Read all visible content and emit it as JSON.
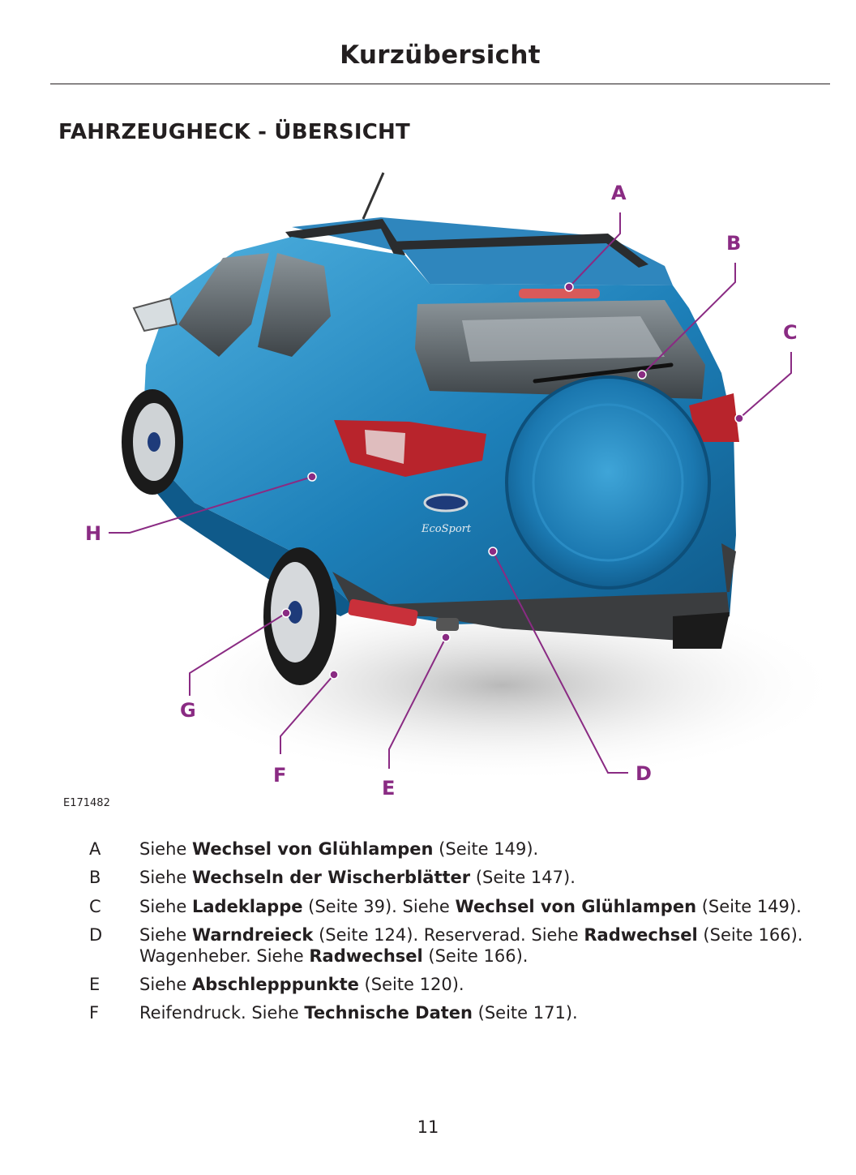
{
  "header": {
    "title": "Kurzübersicht"
  },
  "section": {
    "title": "FAHRZEUGHECK - ÜBERSICHT"
  },
  "figure": {
    "id": "E171482",
    "badge_text": "EcoSport",
    "callouts": [
      "A",
      "B",
      "C",
      "D",
      "E",
      "F",
      "G",
      "H"
    ],
    "colors": {
      "callout": "#8a2b83",
      "body": "#1d7fb8",
      "body_dark": "#0f5a8a",
      "body_light": "#4fb1e0",
      "bumper": "#3b3d3f"
    }
  },
  "legend": [
    {
      "letter": "A",
      "line1": [
        [
          "t",
          "Siehe "
        ],
        [
          "b",
          "Wechsel von Glühlampen"
        ],
        [
          "t",
          " (Seite 149)."
        ]
      ]
    },
    {
      "letter": "B",
      "line1": [
        [
          "t",
          "Siehe "
        ],
        [
          "b",
          "Wechseln der Wischerblätter"
        ],
        [
          "t",
          " (Seite 147)."
        ]
      ]
    },
    {
      "letter": "C",
      "line1": [
        [
          "t",
          "Siehe "
        ],
        [
          "b",
          "Ladeklappe"
        ],
        [
          "t",
          " (Seite 39).  Siehe "
        ],
        [
          "b",
          "Wechsel von Glühlampen"
        ],
        [
          "t",
          " (Seite 149)."
        ]
      ]
    },
    {
      "letter": "D",
      "line1": [
        [
          "t",
          "Siehe "
        ],
        [
          "b",
          "Warndreieck"
        ],
        [
          "t",
          " (Seite 124). Reserverad.  Siehe "
        ],
        [
          "b",
          "Radwechsel"
        ],
        [
          "t",
          " (Seite 166)."
        ]
      ],
      "line2": [
        [
          "t",
          "Wagenheber.  Siehe "
        ],
        [
          "b",
          "Radwechsel"
        ],
        [
          "t",
          " (Seite 166)."
        ]
      ]
    },
    {
      "letter": "E",
      "line1": [
        [
          "t",
          "Siehe "
        ],
        [
          "b",
          "Abschlepppunkte"
        ],
        [
          "t",
          " (Seite 120)."
        ]
      ]
    },
    {
      "letter": "F",
      "line1": [
        [
          "t",
          "Reifendruck.  Siehe "
        ],
        [
          "b",
          "Technische Daten"
        ],
        [
          "t",
          " (Seite 171)."
        ]
      ]
    }
  ],
  "footer": {
    "page_number": "11"
  }
}
